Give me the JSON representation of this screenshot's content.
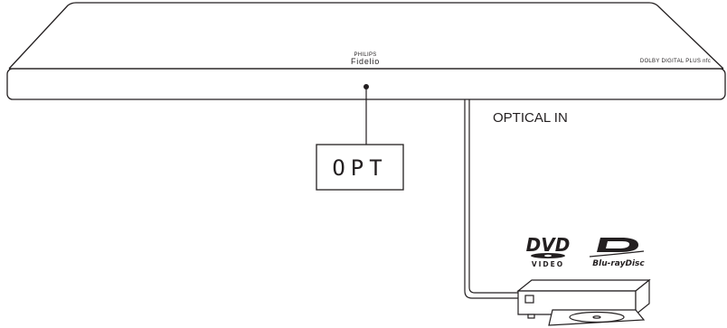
{
  "soundbar": {
    "brand_small": "PHILIPS",
    "brand_model": "Fidelio",
    "right_marks": "DOLBY DIGITAL PLUS nfc"
  },
  "display": {
    "text": "OPT"
  },
  "connection": {
    "label": "OPTICAL IN"
  },
  "logos": {
    "dvd_word": "DVD",
    "dvd_sub": "VIDEO",
    "bluray_word": "Blu-rayDisc"
  }
}
